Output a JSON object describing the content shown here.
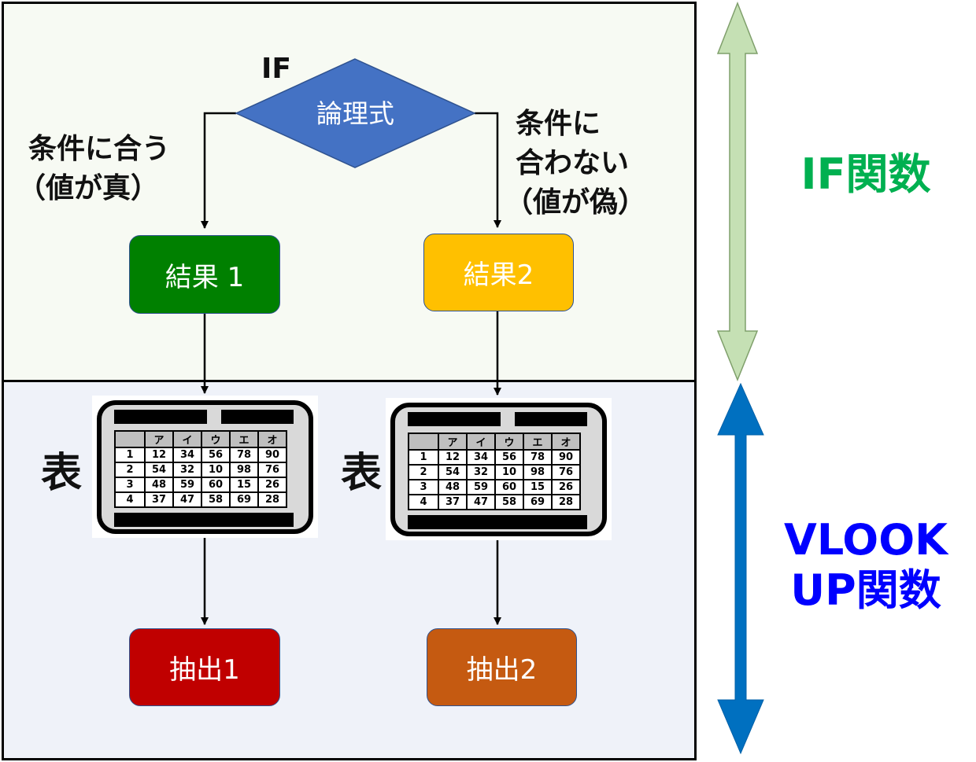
{
  "if_section": {
    "if_label": "IF",
    "condition": "論理式",
    "true_label": [
      "条件に合う",
      "（値が真）"
    ],
    "false_label": [
      "条件に",
      "合わない",
      "（値が偽）"
    ],
    "result1": "結果 1",
    "result2": "結果2"
  },
  "vlookup_section": {
    "table_label": "表",
    "extract1": "抽出1",
    "extract2": "抽出2"
  },
  "side_labels": {
    "if_function": "IF関数",
    "vlookup_function": [
      "VLOOK",
      "UP関数"
    ]
  },
  "table": {
    "headers": [
      "",
      "ア",
      "イ",
      "ウ",
      "エ",
      "オ"
    ],
    "rows": [
      [
        "1",
        "12",
        "34",
        "56",
        "78",
        "90"
      ],
      [
        "2",
        "54",
        "32",
        "10",
        "98",
        "76"
      ],
      [
        "3",
        "48",
        "59",
        "60",
        "15",
        "26"
      ],
      [
        "4",
        "37",
        "47",
        "58",
        "69",
        "28"
      ]
    ]
  },
  "colors": {
    "condition_fill": "#4472c4",
    "result1": "#008000",
    "result2": "#ffc000",
    "extract1": "#c00000",
    "extract2": "#c55a11",
    "if_text": "#00b050",
    "vlookup_text": "#0000ff",
    "if_arrow": "#c5e0b4",
    "vlookup_arrow": "#0070c0"
  }
}
